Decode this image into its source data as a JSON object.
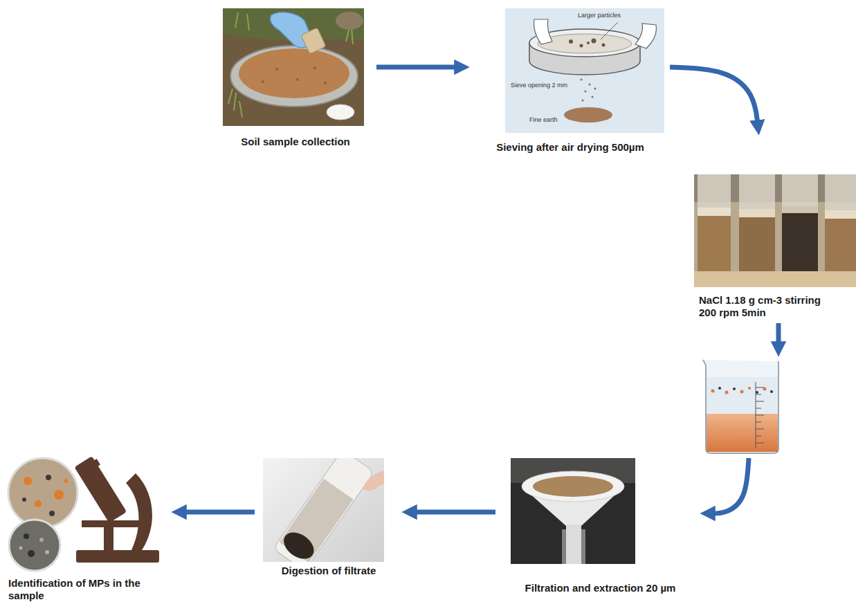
{
  "diagram": {
    "nodes": [
      {
        "text": [
          "Soil sample collection"
        ]
      },
      {
        "text": [
          "Sieving after air drying 500µm"
        ]
      },
      {
        "text": [
          "NaCl 1.18 g cm-3 stirring 200 rpm 5min"
        ]
      },
      {
        "text": [
          "Filtration and extraction 20 µm"
        ]
      },
      {
        "text": [
          "Digestion of filtrate"
        ]
      },
      {
        "text": [
          "Identification of MPs in the sample"
        ]
      }
    ],
    "edges": [
      {
        "from": 0,
        "to": 1,
        "arrow": "to"
      },
      {
        "from": 1,
        "to": 2,
        "arrow": "to"
      },
      {
        "from": 2,
        "to": 3,
        "arrow": "to"
      },
      {
        "from": 3,
        "to": 4,
        "arrow": "to"
      },
      {
        "from": 4,
        "to": 5,
        "arrow": "to"
      }
    ],
    "labels": [
      "Larger particles",
      "Sieve opening 2 mm",
      "Fine earth"
    ]
  }
}
